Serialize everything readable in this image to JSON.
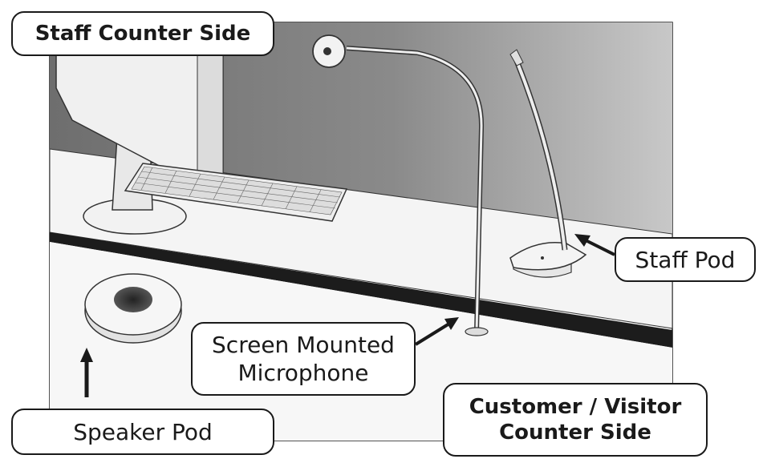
{
  "labels": {
    "staff_counter_side": "Staff Counter Side",
    "staff_pod": "Staff Pod",
    "screen_mic_line1": "Screen Mounted",
    "screen_mic_line2": "Microphone",
    "speaker_pod": "Speaker Pod",
    "customer_line1": "Customer / Visitor",
    "customer_line2": "Counter Side"
  },
  "colors": {
    "screen_dark": "#777777",
    "screen_light": "#c4c4c4",
    "counter": "#f6f6f6",
    "edge_strip": "#1c1c1c",
    "outline": "#1a1a1a"
  }
}
